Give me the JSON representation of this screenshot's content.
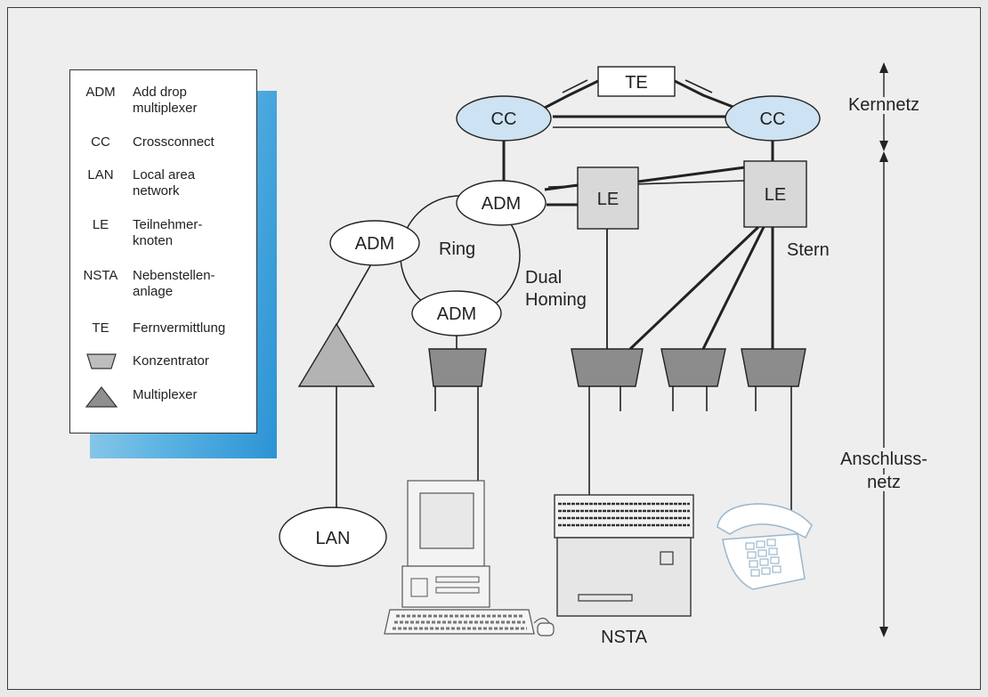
{
  "legend": {
    "items": [
      {
        "abbr": "ADM",
        "line1": "Add drop",
        "line2": "multiplexer"
      },
      {
        "abbr": "CC",
        "line1": "Crossconnect",
        "line2": ""
      },
      {
        "abbr": "LAN",
        "line1": "Local area",
        "line2": "network"
      },
      {
        "abbr": "LE",
        "line1": "Teilnehmer-",
        "line2": "knoten"
      },
      {
        "abbr": "NSTA",
        "line1": "Nebenstellen-",
        "line2": "anlage"
      },
      {
        "abbr": "TE",
        "line1": "Fernvermittlung",
        "line2": ""
      }
    ],
    "symbols": [
      {
        "icon": "trapezoid-icon",
        "label": "Konzentrator"
      },
      {
        "icon": "triangle-icon",
        "label": "Multiplexer"
      }
    ]
  },
  "nodes": {
    "te": "TE",
    "cc_left": "CC",
    "cc_right": "CC",
    "adm_top": "ADM",
    "adm_left": "ADM",
    "adm_bottom": "ADM",
    "le_left": "LE",
    "le_right": "LE",
    "lan": "LAN",
    "nsta": "NSTA"
  },
  "labels": {
    "ring": "Ring",
    "dual_line1": "Dual",
    "dual_line2": "Homing",
    "stern": "Stern",
    "kernnetz": "Kernnetz",
    "anschluss_line1": "Anschluss-",
    "anschluss_line2": "netz"
  },
  "colors": {
    "cc_fill": "#cde2f2",
    "le_fill": "#d8d8d8",
    "conc_fill": "#8c8c8c",
    "mux_fill": "#b3b3b3",
    "legend_shadow": "#3a9ad8"
  }
}
